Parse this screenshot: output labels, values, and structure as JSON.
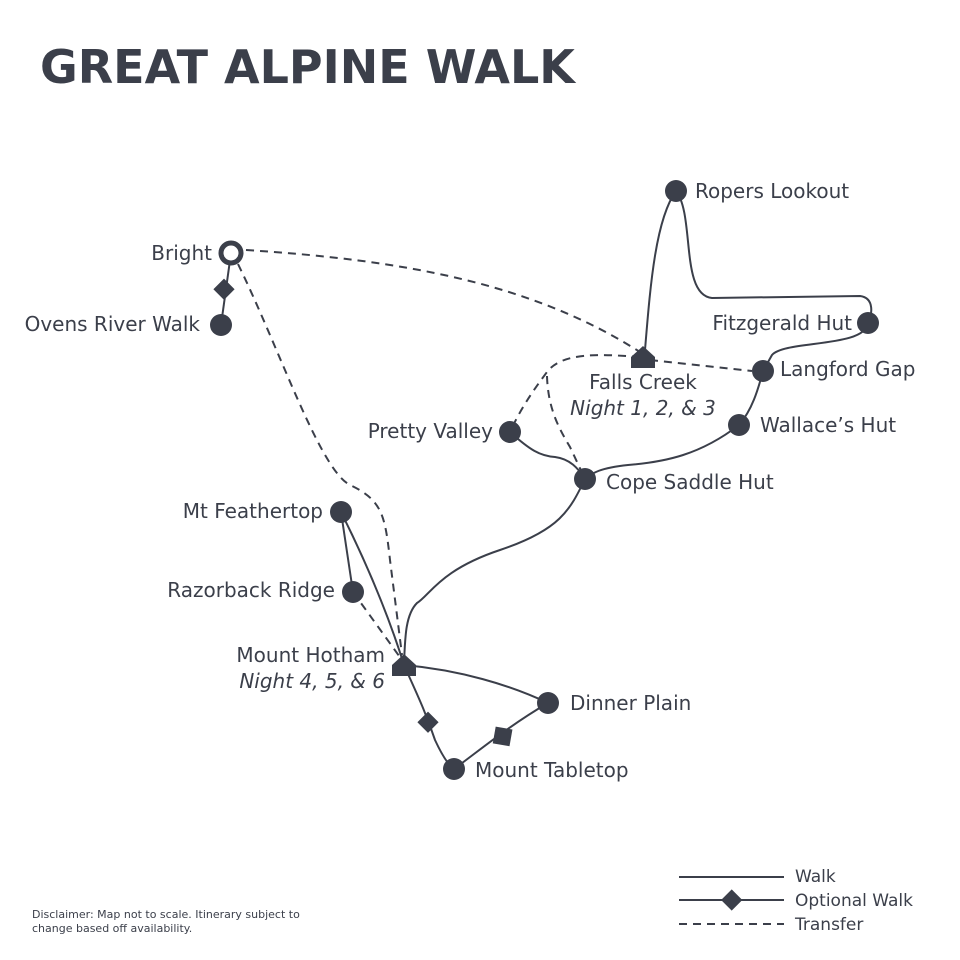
{
  "title": "GREAT ALPINE WALK",
  "color": "#3b3f4a",
  "places": {
    "bright": "Bright",
    "ovens": "Ovens River Walk",
    "ropers": "Ropers Lookout",
    "fitzgerald": "Fitzgerald Hut",
    "falls": "Falls Creek",
    "falls_nights": "Night 1, 2, & 3",
    "langford": "Langford Gap",
    "wallace": "Wallace’s Hut",
    "pretty": "Pretty Valley",
    "cope": "Cope Saddle Hut",
    "feathertop": "Mt Feathertop",
    "razorback": "Razorback Ridge",
    "hotham": "Mount Hotham",
    "hotham_nights": "Night 4, 5, & 6",
    "dinner": "Dinner Plain",
    "tabletop": "Mount Tabletop"
  },
  "legend": {
    "walk": "Walk",
    "optional": "Optional Walk",
    "transfer": "Transfer"
  },
  "disclaimer": "Disclaimer: Map not to scale. Itinerary subject to change based off availability."
}
